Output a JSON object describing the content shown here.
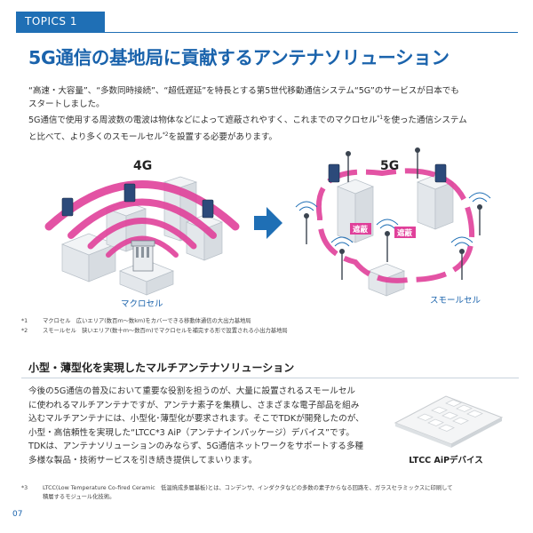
{
  "header": {
    "tag": "TOPICS 1"
  },
  "title": "5G通信の基地局に貢献するアンテナソリューション",
  "intro": {
    "line1": "“高速・大容量”、“多数同時接続”、“超低遅延”を特長とする第5世代移動通信システム“5G”のサービスが日本でも",
    "line2": "スタートしました。",
    "line3a": "5G通信で使用する周波数の電波は物体などによって遮蔽されやすく、これまでのマクロセル",
    "line3_ref": "*1",
    "line3b": "を使った通信システム",
    "line4a": "と比べて、より多くのスモールセル",
    "line4_ref": "*2",
    "line4b": "を設置する必要があります。"
  },
  "figure": {
    "label_4g": "4G",
    "label_5g": "5G",
    "macro_label": "マクロセル",
    "small_label": "スモールセル",
    "block_label_1": "遮蔽",
    "block_label_2": "遮蔽"
  },
  "notes": [
    {
      "num": "*1",
      "text": "マクロセル　広いエリア(数百ｍ〜数km)をカバーできる移動体通信の大出力基地局"
    },
    {
      "num": "*2",
      "text": "スモールセル　狭いエリア(数十ｍ〜数百ｍ)でマクロセルを補完する形で設置される小出力基地局"
    }
  ],
  "section": {
    "title": "小型・薄型化を実現したマルチアンテナソリューション",
    "body": [
      "今後の5G通信の普及において重要な役割を担うのが、大量に設置されるスモールセル",
      "に使われるマルチアンテナですが、アンテナ素子を集積し、さまざまな電子部品を組み",
      "込むマルチアンテナには、小型化･薄型化が要求されます。そこでTDKが開発したのが、",
      "小型・高信頼性を実現した“LTCC*3 AiP（アンテナインパッケージ）デバイス”です。",
      "TDKは、アンテナソリューションのみならず、5G通信ネットワークをサポートする多種",
      "多様な製品・技術サービスを引き続き提供してまいります。"
    ],
    "image_caption": "LTCC AiPデバイス"
  },
  "footnote3": {
    "num": "*3",
    "line1": "LTCC(Low Temperature Co-fired Ceramic　低温焼成多層基板)とは、コンデンサ、インダクタなどの多数の素子からなる回路を、ガラスセラミックスに印刷して",
    "line2": "積層するモジュール化技術。"
  },
  "page_number": "07",
  "colors": {
    "accent_blue": "#1a63ac",
    "wave_pink": "#e0409a",
    "arrow_blue": "#1f6fb5"
  }
}
